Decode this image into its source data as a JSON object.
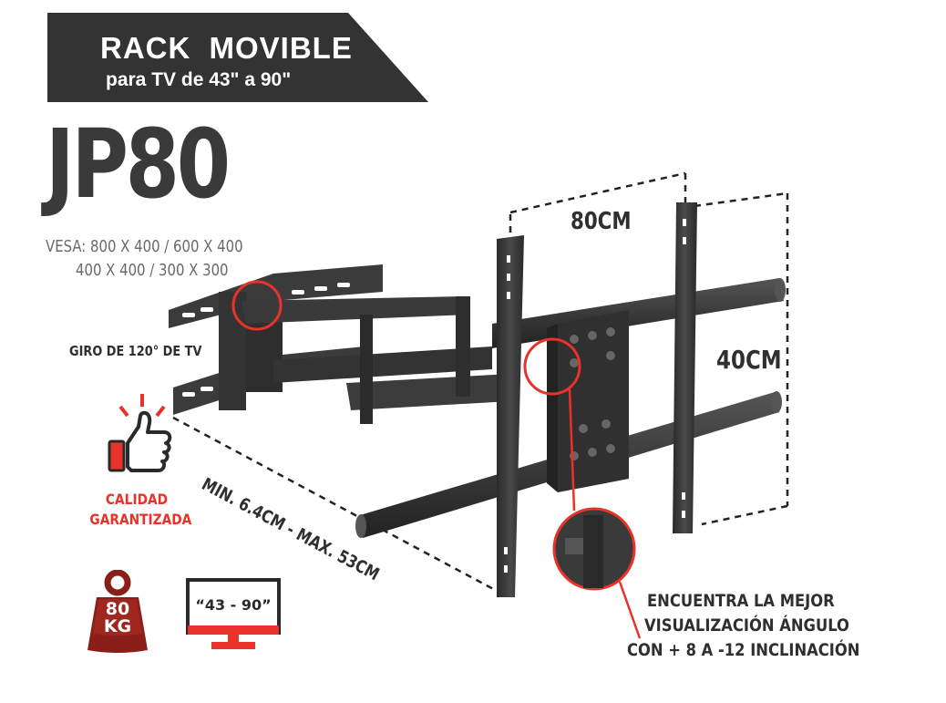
{
  "banner": {
    "title": "RACK  MOVIBLE",
    "subtitle": "para TV de 43\" a 90\""
  },
  "product": {
    "model": "JP80",
    "vesa_line1": "VESA: 800 X 400 / 600 X 400",
    "vesa_line2": "400 X 400 / 300 X 300"
  },
  "dimensions": {
    "width": "80CM",
    "height": "40CM",
    "depth": "MIN. 6.4CM - MAX. 53CM"
  },
  "features": {
    "rotation": "GIRO DE 120° DE TV",
    "quality_line1": "CALIDAD",
    "quality_line2": "GARANTIZADA",
    "weight_line1": "80",
    "weight_line2": "KG",
    "size_range": "“43 - 90”",
    "tilt_line1": "ENCUENTRA LA MEJOR",
    "tilt_line2": "VISUALIZACIÓN ÁNGULO",
    "tilt_line3": "CON + 8 A -12 INCLINACIÓN"
  },
  "colors": {
    "banner": "#333333",
    "text_dark": "#2f2f2f",
    "text_gray": "#6a6a6a",
    "accent_red": "#e8322a",
    "metal": "#3b3b3b"
  },
  "icons": [
    "thumbs-up-icon",
    "weight-icon",
    "tv-monitor-icon"
  ]
}
